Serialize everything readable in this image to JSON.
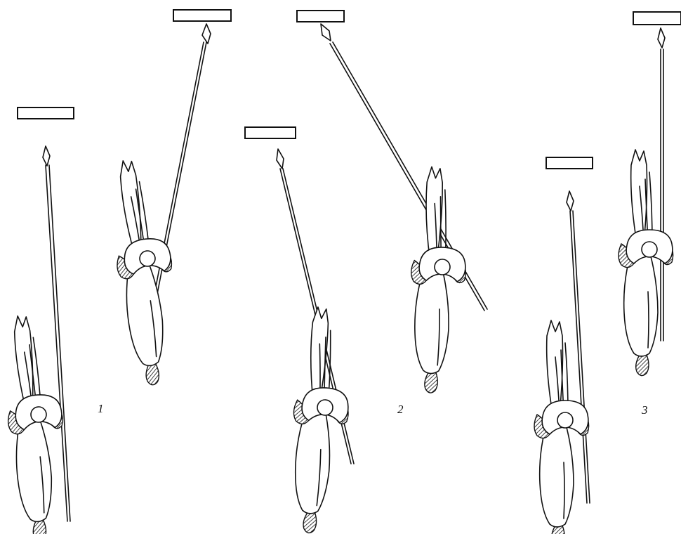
{
  "figure_labels": [
    "1",
    "2",
    "3"
  ]
}
